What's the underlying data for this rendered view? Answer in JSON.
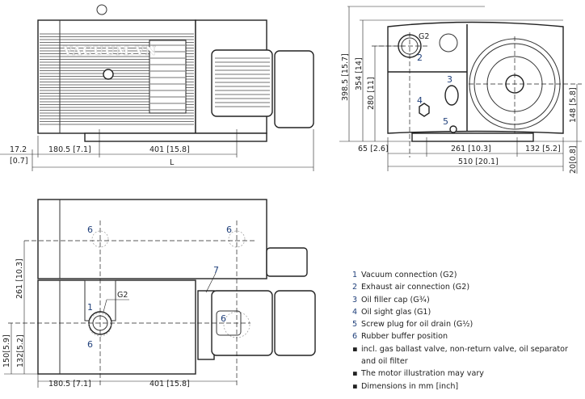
{
  "watermark": "VACUUM.VN",
  "side_view": {
    "dims": {
      "offset": "17.2",
      "offset_in": "[0.7]",
      "foot": "180.5 [7.1]",
      "foot_spacing": "401 [15.8]",
      "length": "L"
    }
  },
  "front_view": {
    "labels": {
      "g2": "G2",
      "n2": "2",
      "n3": "3",
      "n4": "4",
      "n5": "5"
    },
    "dims": {
      "h_total": "398.5 [15.7]",
      "h_body": "354 [14]",
      "h_port": "280 [11]",
      "h_shaft": "148 [5.8]",
      "foot_clear": "20[0.8]",
      "port_offset": "65 [2.6]",
      "foot_spacing": "261 [10.3]",
      "foot_edge": "132 [5.2]",
      "width": "510 [20.1]"
    }
  },
  "top_view": {
    "labels": {
      "g2": "G2",
      "n1": "1",
      "n6": "6",
      "n7": "7"
    },
    "dims": {
      "depth": "261 [10.3]",
      "h150": "150[5.9]",
      "h132": "132[5.2]",
      "foot": "180.5 [7.1]",
      "foot_spacing": "401 [15.8]"
    }
  },
  "legend": {
    "items": [
      {
        "key": "1",
        "text": "Vacuum connection (G2)"
      },
      {
        "key": "2",
        "text": "Exhaust air connection (G2)"
      },
      {
        "key": "3",
        "text": "Oil filler cap (G¾)"
      },
      {
        "key": "4",
        "text": "Oil sight glas (G1)"
      },
      {
        "key": "5",
        "text": "Screw plug for oil drain (G½)"
      },
      {
        "key": "6",
        "text": "Rubber buffer position"
      }
    ],
    "notes": [
      "incl. gas ballast valve, non-return valve, oil separator",
      "and oil filter",
      "The motor illustration may vary",
      "Dimensions in mm [inch]"
    ],
    "bullet": "▪"
  }
}
